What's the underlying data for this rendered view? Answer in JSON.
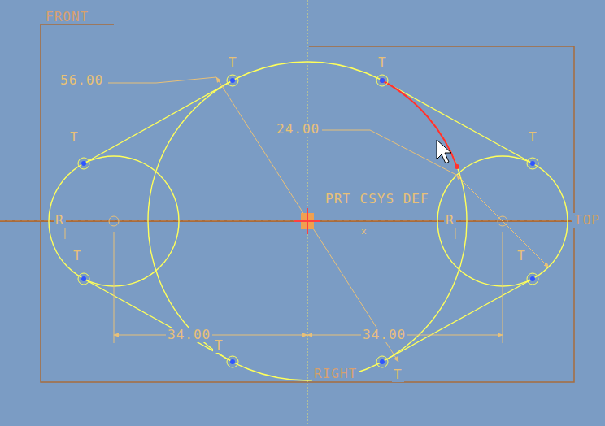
{
  "diagram": {
    "labels": [
      "FRONT",
      "T",
      "T",
      "56.00",
      "24.00",
      "T",
      "T",
      "PRT_CSYS_DEF",
      "R",
      "x",
      "R",
      "TOP",
      "T",
      "T",
      "34.00",
      "34.00",
      "T",
      "T",
      "RIGHT"
    ]
  }
}
